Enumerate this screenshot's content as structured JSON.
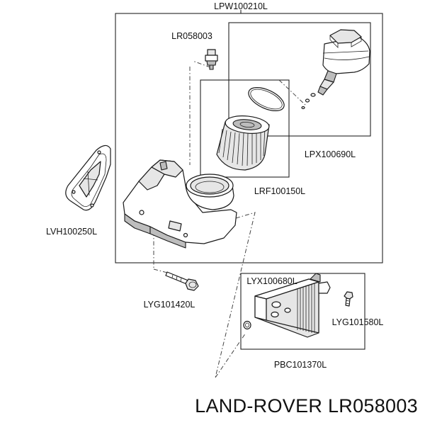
{
  "labels": {
    "assembly": "LPW100210L",
    "sensor": "LR058003",
    "cap_group": "LPX100690L",
    "filter": "LRF100150L",
    "gasket": "LVH100250L",
    "bolt": "LYG101420L",
    "cooler_seal": "LYX100680L",
    "cooler_screw": "LYG101580L",
    "cooler": "PBC101370L"
  },
  "footer": {
    "title": "LAND-ROVER LR058003"
  }
}
